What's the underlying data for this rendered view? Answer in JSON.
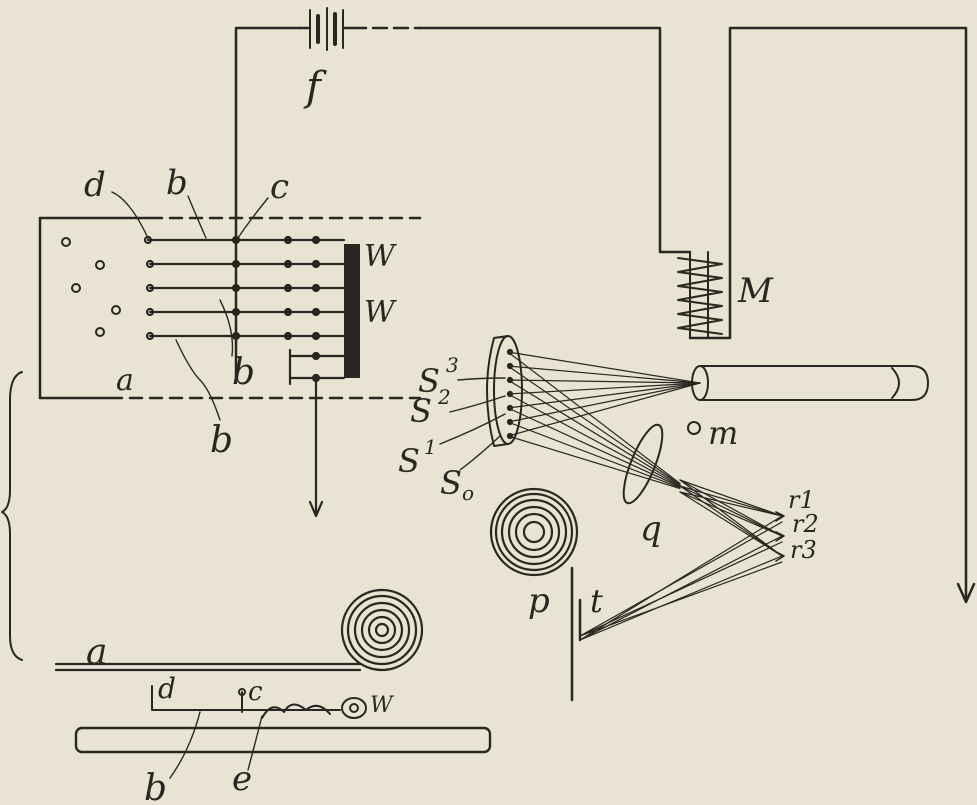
{
  "labels": {
    "f": "f",
    "d_top": "d",
    "b_top": "b",
    "c_top": "c",
    "W1": "W",
    "W2": "W",
    "M": "M",
    "a_top": "a",
    "b_mid": "b",
    "b_low": "b",
    "S3": "S",
    "S3_sup": "3",
    "S2": "S",
    "S2_sup": "2",
    "S1": "S",
    "S1_sup": "1",
    "S0": "S",
    "S0_sub": "o",
    "m": "m",
    "q": "q",
    "p": "p",
    "t": "t",
    "r1": "r1",
    "r2": "r2",
    "r3": "r3",
    "a_bottom": "a",
    "d_bottom": "d",
    "c_bottom": "c",
    "W_bottom": "W",
    "b_bottom": "b",
    "e_bottom": "e"
  },
  "colors": {
    "ink": "#2a2722",
    "paper": "#e8e3d2"
  }
}
